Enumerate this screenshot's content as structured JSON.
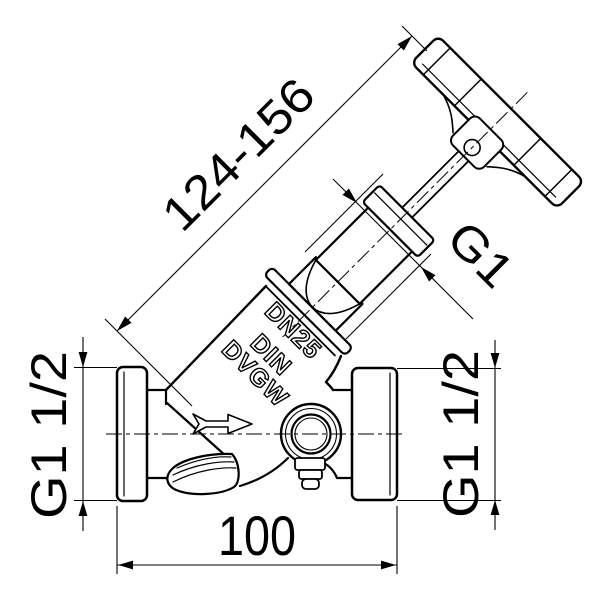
{
  "dimensions": {
    "stroke_height": "124-156",
    "bonnet_thread": "G1",
    "inlet_thread": "G1 1/2",
    "outlet_thread": "G1 1/2",
    "face_to_face": "100"
  },
  "markings": {
    "line1": "DN25",
    "line2": "DIN",
    "line3": "DVGW"
  },
  "colors": {
    "line": "#000000",
    "background": "#ffffff"
  }
}
